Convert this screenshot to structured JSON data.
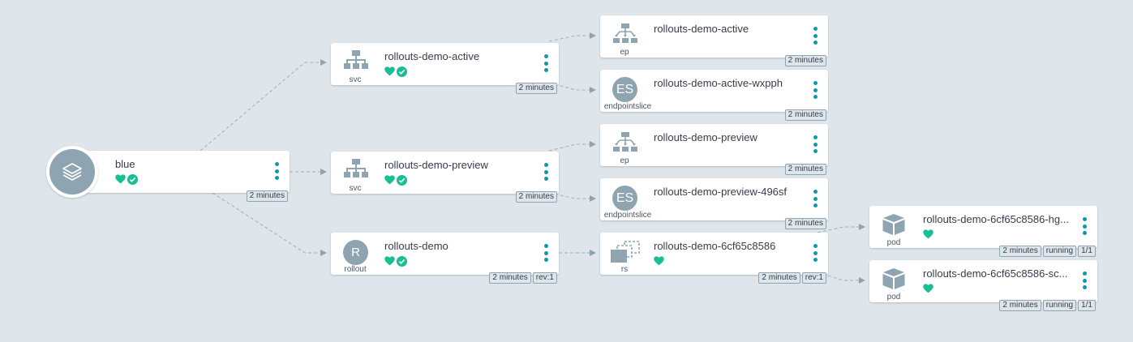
{
  "colors": {
    "background": "#dee6eb",
    "icon_gray": "#8fa4b1",
    "healthy_green": "#18be94",
    "menu_teal": "#0b9aa8",
    "edge": "#a3adb8"
  },
  "nodes": {
    "root": {
      "title": "blue",
      "icon": "layers-icon",
      "health": "healthy",
      "sync": "synced",
      "tags": [
        "2 minutes"
      ]
    },
    "svc_active": {
      "title": "rollouts-demo-active",
      "kind": "svc",
      "icon": "network-icon",
      "tags": [
        "2 minutes"
      ]
    },
    "svc_preview": {
      "title": "rollouts-demo-preview",
      "kind": "svc",
      "icon": "network-icon",
      "tags": [
        "2 minutes"
      ]
    },
    "rollout": {
      "title": "rollouts-demo",
      "kind": "rollout",
      "badge": "R",
      "tags": [
        "2 minutes",
        "rev:1"
      ]
    },
    "ep_active": {
      "title": "rollouts-demo-active",
      "kind": "ep",
      "icon": "endpoints-icon",
      "tags": [
        "2 minutes"
      ]
    },
    "es_active": {
      "title": "rollouts-demo-active-wxpph",
      "kind": "endpointslice",
      "badge": "ES",
      "tags": [
        "2 minutes"
      ]
    },
    "ep_preview": {
      "title": "rollouts-demo-preview",
      "kind": "ep",
      "icon": "endpoints-icon",
      "tags": [
        "2 minutes"
      ]
    },
    "es_preview": {
      "title": "rollouts-demo-preview-496sf",
      "kind": "endpointslice",
      "badge": "ES",
      "tags": [
        "2 minutes"
      ]
    },
    "rs": {
      "title": "rollouts-demo-6cf65c8586",
      "kind": "rs",
      "icon": "replicaset-icon",
      "tags": [
        "2 minutes",
        "rev:1"
      ]
    },
    "pod1": {
      "title": "rollouts-demo-6cf65c8586-hg...",
      "kind": "pod",
      "icon": "cube-icon",
      "tags": [
        "2 minutes",
        "running",
        "1/1"
      ]
    },
    "pod2": {
      "title": "rollouts-demo-6cf65c8586-sc...",
      "kind": "pod",
      "icon": "cube-icon",
      "tags": [
        "2 minutes",
        "running",
        "1/1"
      ]
    }
  }
}
